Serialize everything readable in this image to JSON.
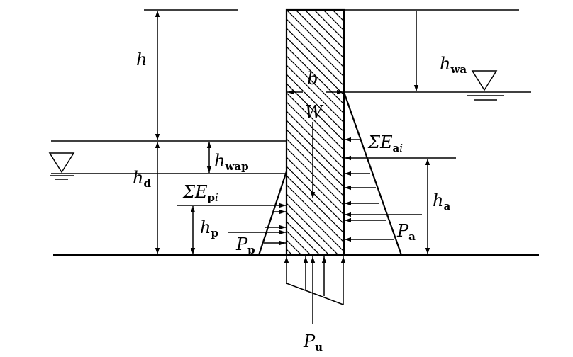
{
  "labels": {
    "h": {
      "main": "h",
      "sub": ""
    },
    "h_wa": {
      "main": "h",
      "sub": "wa"
    },
    "b": {
      "main": "b",
      "sub": ""
    },
    "W": {
      "main": "W",
      "sub": ""
    },
    "sum_E_ai": {
      "main": "ΣE",
      "sub": "a",
      "sub_i": "i"
    },
    "h_wap": {
      "main": "h",
      "sub": "wap"
    },
    "h_d": {
      "main": "h",
      "sub": "d"
    },
    "sum_E_pi": {
      "main": "ΣE",
      "sub": "p",
      "sub_i": "i"
    },
    "h_a": {
      "main": "h",
      "sub": "a"
    },
    "h_p": {
      "main": "h",
      "sub": "p"
    },
    "P_p": {
      "main": "P",
      "sub": "p"
    },
    "P_a": {
      "main": "P",
      "sub": "a"
    },
    "P_u": {
      "main": "P",
      "sub": "u"
    }
  },
  "colors": {
    "ink": "#000000",
    "background": "#ffffff"
  }
}
